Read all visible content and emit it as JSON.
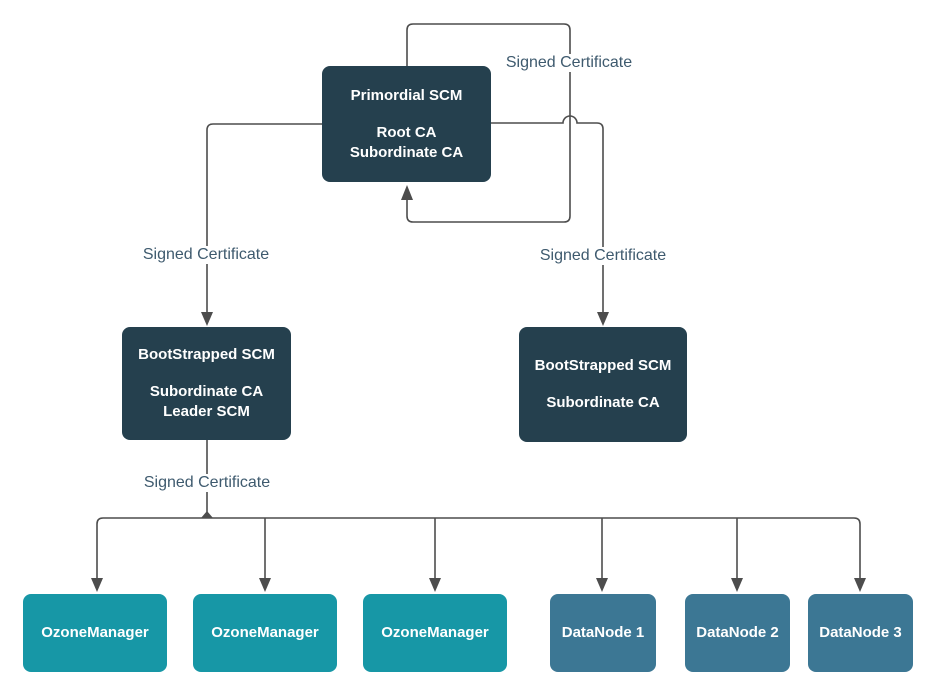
{
  "diagram": {
    "title_implicit": "SCM certificate signing architecture",
    "colors": {
      "background": "#ffffff",
      "scm_box": "#25404e",
      "ozone_box": "#1797a6",
      "datanode_box": "#3c7794",
      "line": "#4d4d4d",
      "edge_label_text": "#3e5a6e",
      "box_text": "#ffffff"
    },
    "nodes": {
      "primordial": {
        "title": "Primordial SCM",
        "role1": "Root CA",
        "role2": "Subordinate CA"
      },
      "bootstrapped_leader": {
        "title": "BootStrapped SCM",
        "role1": "Subordinate CA",
        "role2": "Leader SCM"
      },
      "bootstrapped_follower": {
        "title": "BootStrapped SCM",
        "role1": "Subordinate CA"
      },
      "ozone_managers": [
        "OzoneManager",
        "OzoneManager",
        "OzoneManager"
      ],
      "datanodes": [
        "DataNode 1",
        "DataNode 2",
        "DataNode 3"
      ]
    },
    "edge_labels": {
      "self_loop": "Signed Certificate",
      "to_leader": "Signed Certificate",
      "to_follower": "Signed Certificate",
      "to_workers": "Signed Certificate"
    }
  }
}
